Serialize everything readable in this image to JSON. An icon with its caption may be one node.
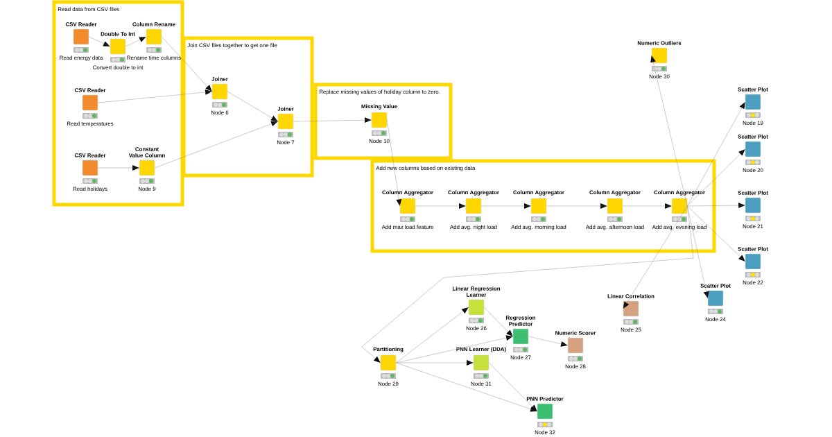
{
  "diagram": {
    "nodes": [
      {
        "text": [
          "Read data from CSV files"
        ]
      },
      {
        "text": [
          "CSV Reader",
          "Read energy data"
        ],
        "in": 0
      },
      {
        "text": [
          "Double To Int",
          "Convert double to int"
        ],
        "in": 0
      },
      {
        "text": [
          "Column Rename",
          "Rename time columns"
        ],
        "in": 0
      },
      {
        "text": [
          "CSV Reader",
          "Read temperatures"
        ],
        "in": 0
      },
      {
        "text": [
          "CSV Reader",
          "Read holidays"
        ],
        "in": 0
      },
      {
        "text": [
          "Constant Value Column",
          "Node 9"
        ],
        "in": 0
      },
      {
        "text": [
          "Join CSV files together to get one file"
        ]
      },
      {
        "text": [
          "Joiner",
          "Node 6"
        ],
        "in": 7
      },
      {
        "text": [
          "Joiner",
          "Node 7"
        ],
        "in": 7
      },
      {
        "text": [
          "Replace missing values of holiday column to zero."
        ]
      },
      {
        "text": [
          "Missing Value",
          "Node 10"
        ],
        "in": 10
      },
      {
        "text": [
          "Numeric Outliers",
          "Node 30"
        ]
      },
      {
        "text": [
          "Scatter Plot",
          "Node 19"
        ]
      },
      {
        "text": [
          "Scatter Plot",
          "Node 20"
        ]
      },
      {
        "text": [
          "Add new columns based on existing data"
        ]
      },
      {
        "text": [
          "Column Aggregator",
          "Add max load feature"
        ],
        "in": 15
      },
      {
        "text": [
          "Column Aggregator",
          "Add avg. night load"
        ],
        "in": 15
      },
      {
        "text": [
          "Column Aggregator",
          "Add avg. morning load"
        ],
        "in": 15
      },
      {
        "text": [
          "Column Aggregator",
          "Add avg. afternoon load"
        ],
        "in": 15
      },
      {
        "text": [
          "Column Aggregator",
          "Add avg. evening load"
        ],
        "in": 15
      },
      {
        "text": [
          "Scatter Plot",
          "Node 21"
        ]
      },
      {
        "text": [
          "Scatter Plot",
          "Node 22"
        ]
      },
      {
        "text": [
          "Linear Regression Learner",
          "Node 26"
        ]
      },
      {
        "text": [
          "Linear Correlation",
          "Node 25"
        ]
      },
      {
        "text": [
          "Scatter Plot",
          "Node 24"
        ]
      },
      {
        "text": [
          "Regression Predictor",
          "Node 27"
        ]
      },
      {
        "text": [
          "Numeric Scorer",
          "Node 28"
        ]
      },
      {
        "text": [
          "Partitioning",
          "Node 29"
        ]
      },
      {
        "text": [
          "PNN Learner (DDA)",
          "Node 31"
        ]
      },
      {
        "text": [
          "PNN Predictor",
          "Node 32"
        ]
      }
    ],
    "edges": [
      {
        "from": 1,
        "to": 2,
        "arrow": "to"
      },
      {
        "from": 2,
        "to": 3,
        "arrow": "to"
      },
      {
        "from": 3,
        "to": 8,
        "arrow": "to"
      },
      {
        "from": 4,
        "to": 8,
        "arrow": "to"
      },
      {
        "from": 5,
        "to": 6,
        "arrow": "to"
      },
      {
        "from": 8,
        "to": 9,
        "arrow": "to"
      },
      {
        "from": 6,
        "to": 9,
        "arrow": "to"
      },
      {
        "from": 9,
        "to": 11,
        "arrow": "to"
      },
      {
        "from": 11,
        "to": 16,
        "arrow": "to"
      },
      {
        "from": 16,
        "to": 17,
        "arrow": "to"
      },
      {
        "from": 17,
        "to": 18,
        "arrow": "to"
      },
      {
        "from": 18,
        "to": 19,
        "arrow": "to"
      },
      {
        "from": 19,
        "to": 20,
        "arrow": "to"
      },
      {
        "from": 20,
        "to": 12,
        "arrow": "to"
      },
      {
        "from": 20,
        "to": 13,
        "arrow": "to"
      },
      {
        "from": 20,
        "to": 14,
        "arrow": "to"
      },
      {
        "from": 20,
        "to": 21,
        "arrow": "to"
      },
      {
        "from": 20,
        "to": 22,
        "arrow": "to"
      },
      {
        "from": 20,
        "to": 25,
        "arrow": "to"
      },
      {
        "from": 20,
        "to": 24,
        "arrow": "to"
      },
      {
        "from": 20,
        "to": 28,
        "arrow": "to"
      },
      {
        "from": 28,
        "to": 23,
        "arrow": "to"
      },
      {
        "from": 28,
        "to": 29,
        "arrow": "to"
      },
      {
        "from": 28,
        "to": 26,
        "arrow": "to"
      },
      {
        "from": 28,
        "to": 30,
        "arrow": "to"
      },
      {
        "from": 23,
        "to": 26,
        "arrow": "to"
      },
      {
        "from": 29,
        "to": 30,
        "arrow": "to"
      },
      {
        "from": 26,
        "to": 27,
        "arrow": "to"
      }
    ]
  }
}
